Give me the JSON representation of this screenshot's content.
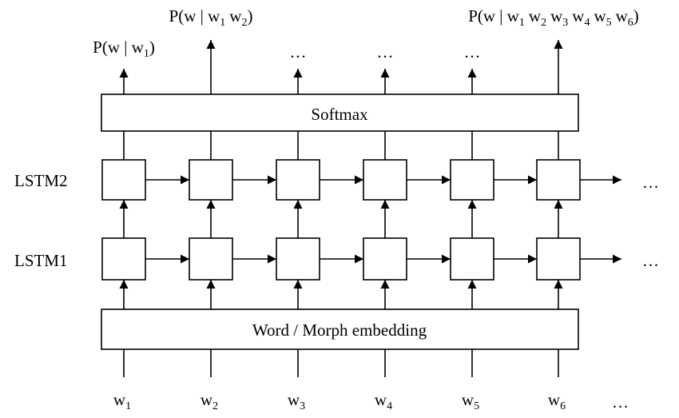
{
  "diagram": {
    "softmax_label": "Softmax",
    "embedding_label": "Word / Morph embedding",
    "layer_labels": {
      "lstm2": "LSTM2",
      "lstm1": "LSTM1"
    },
    "ellipsis": "…",
    "inputs": [
      {
        "base": "w",
        "sub": "1"
      },
      {
        "base": "w",
        "sub": "2"
      },
      {
        "base": "w",
        "sub": "3"
      },
      {
        "base": "w",
        "sub": "4"
      },
      {
        "base": "w",
        "sub": "5"
      },
      {
        "base": "w",
        "sub": "6"
      }
    ],
    "outputs": [
      {
        "kind": "prob",
        "prefix": "P(w | ",
        "terms": [
          {
            "base": "w",
            "sub": "1"
          }
        ],
        "suffix": ")"
      },
      {
        "kind": "prob",
        "prefix": "P(w | ",
        "terms": [
          {
            "base": "w",
            "sub": "1"
          },
          {
            "base": "w",
            "sub": "2"
          }
        ],
        "suffix": ")"
      },
      {
        "kind": "ellipsis"
      },
      {
        "kind": "ellipsis"
      },
      {
        "kind": "ellipsis"
      },
      {
        "kind": "prob",
        "prefix": "P(w | ",
        "terms": [
          {
            "base": "w",
            "sub": "1"
          },
          {
            "base": "w",
            "sub": "2"
          },
          {
            "base": "w",
            "sub": "3"
          },
          {
            "base": "w",
            "sub": "4"
          },
          {
            "base": "w",
            "sub": "5"
          },
          {
            "base": "w",
            "sub": "6"
          }
        ],
        "suffix": ")"
      }
    ]
  }
}
